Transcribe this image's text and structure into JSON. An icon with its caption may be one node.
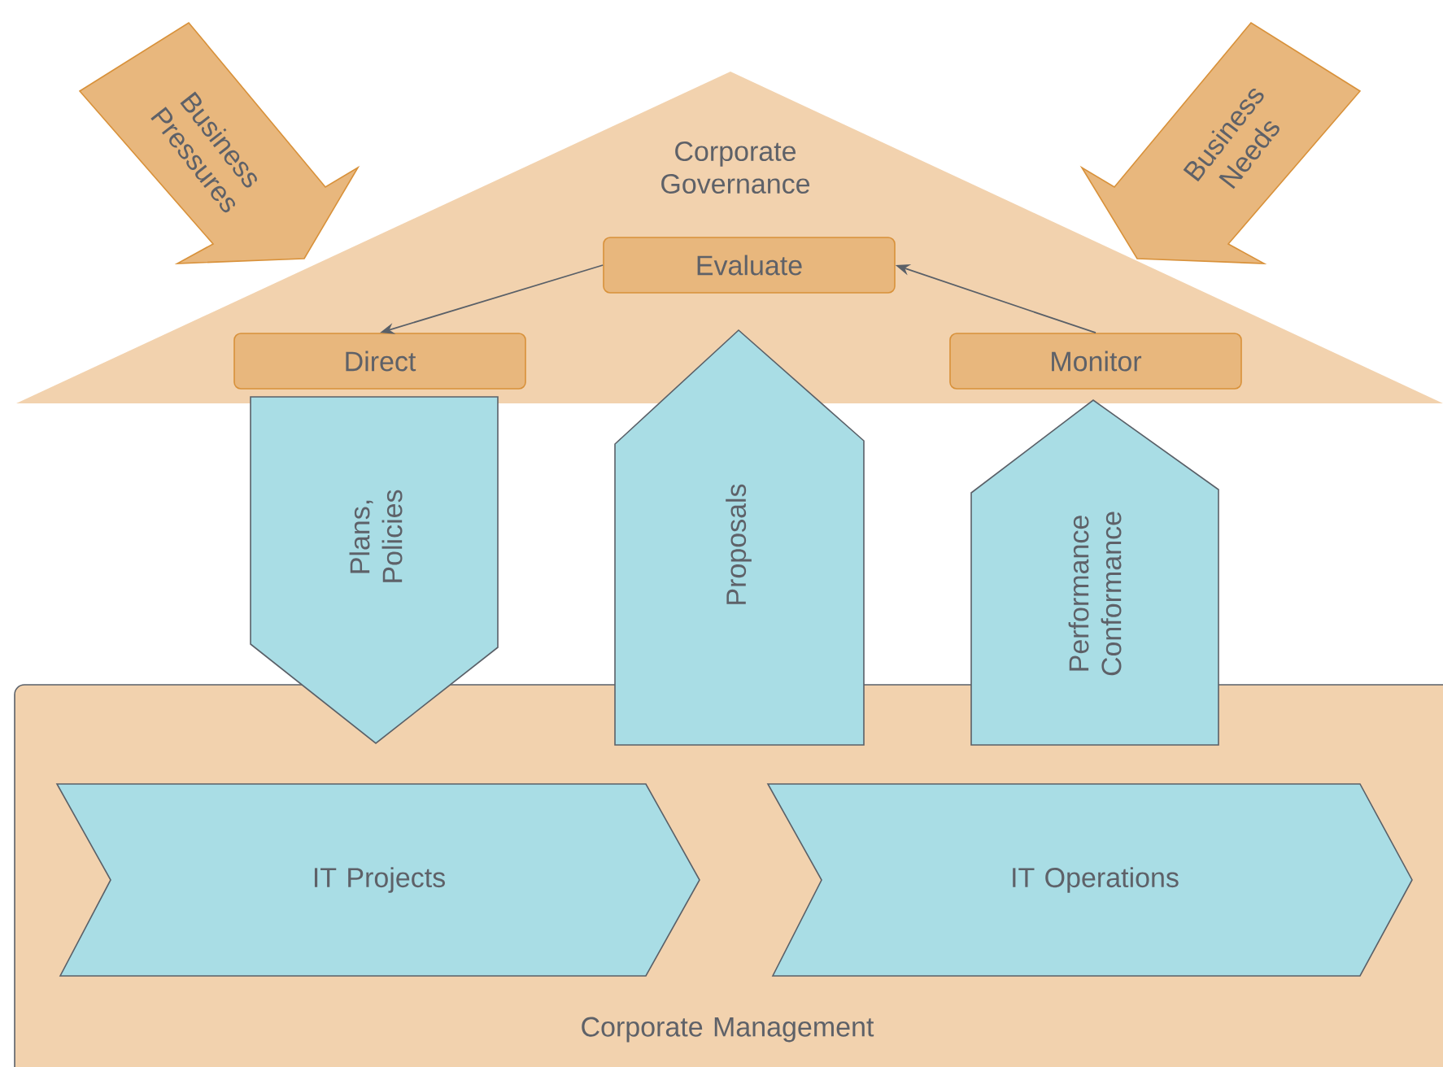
{
  "diagram": {
    "nodes": [
      {
        "text": [
          "Business Pressures"
        ]
      },
      {
        "text": [
          "Business Needs"
        ]
      },
      {
        "text": [
          "Corporate Governance"
        ]
      },
      {
        "text": [
          "Evaluate"
        ],
        "in": 2
      },
      {
        "text": [
          "Direct"
        ],
        "in": 2
      },
      {
        "text": [
          "Monitor"
        ],
        "in": 2
      },
      {
        "text": [
          "Plans, Policies"
        ]
      },
      {
        "text": [
          "Proposals"
        ]
      },
      {
        "text": [
          "Performance Conformance"
        ]
      },
      {
        "text": [
          "Corporate Management"
        ]
      },
      {
        "text": [
          "IT Projects"
        ],
        "in": 9
      },
      {
        "text": [
          "IT Operations"
        ],
        "in": 9
      }
    ],
    "edges": [
      {
        "from": 3,
        "to": 4,
        "arrow": "to"
      },
      {
        "from": 5,
        "to": 3,
        "arrow": "to"
      }
    ]
  }
}
